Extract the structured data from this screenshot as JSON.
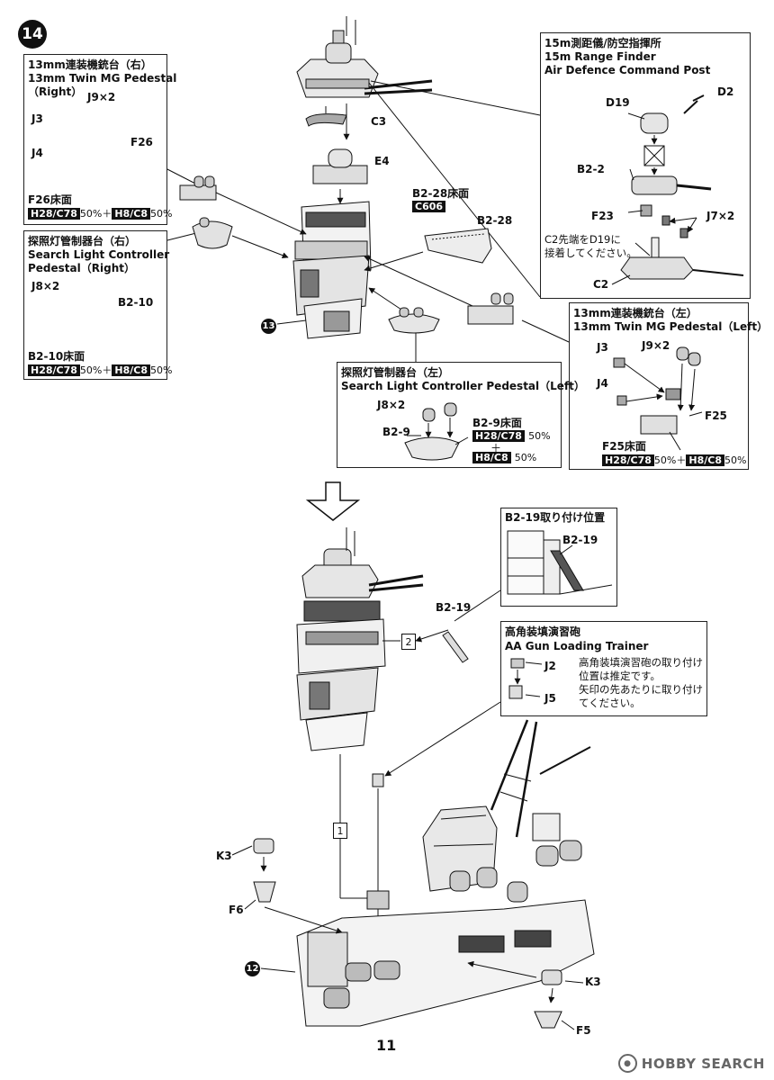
{
  "step_number": "14",
  "page_number": "11",
  "ref_circles": {
    "r13": "13",
    "r12": "12"
  },
  "boxes": {
    "mg_right": {
      "title_ja": "13mm連装機銃台（右）",
      "title_en1": "13mm Twin MG Pedestal",
      "title_en2": "（Right）",
      "labels": [
        "J9×2",
        "J3",
        "J4",
        "F26"
      ],
      "floor": "F26床面",
      "color_a": "H28/C78",
      "pct_a": "50%＋",
      "color_b": "H8/C8",
      "pct_b": "50%"
    },
    "sl_right": {
      "title_ja": "探照灯管制器台（右）",
      "title_en1": "Search Light Controller",
      "title_en2": "Pedestal（Right）",
      "labels": [
        "J8×2",
        "B2-10"
      ],
      "floor": "B2-10床面",
      "color_a": "H28/C78",
      "pct_a": "50%＋",
      "color_b": "H8/C8",
      "pct_b": "50%"
    },
    "range_finder": {
      "title_ja": "15m測距儀/防空指揮所",
      "title_en1": "15m Range Finder",
      "title_en2": "Air Defence Command Post",
      "labels": [
        "D19",
        "D2",
        "B2-2",
        "F23",
        "J7×2",
        "C2"
      ],
      "note1": "C2先端をD19に",
      "note2": "接着してください。"
    },
    "mg_left": {
      "title_ja": "13mm連装機銃台（左）",
      "title_en": "13mm Twin MG Pedestal（Left）",
      "labels": [
        "J3",
        "J9×2",
        "J4",
        "F25"
      ],
      "floor": "F25床面",
      "color_a": "H28/C78",
      "pct_a": "50%＋",
      "color_b": "H8/C8",
      "pct_b": "50%"
    },
    "sl_left": {
      "title_ja": "探照灯管制器台（左）",
      "title_en": "Search Light Controller Pedestal（Left）",
      "labels": [
        "J8×2",
        "B2-9"
      ],
      "floor": "B2-9床面",
      "color_a": "H28/C78",
      "pct_a": "50%",
      "plus": "＋",
      "color_b": "H8/C8",
      "pct_b": "50%"
    },
    "b219_pos": {
      "title": "B2-19取り付け位置",
      "label": "B2-19"
    },
    "aa_trainer": {
      "title_ja": "高角装填演習砲",
      "title_en": "AA Gun Loading Trainer",
      "labels": [
        "J2",
        "J5"
      ],
      "note1": "高角装填演習砲の取り付け",
      "note2": "位置は推定です。",
      "note3": "矢印の先あたりに取り付け",
      "note4": "てください。"
    }
  },
  "top_callouts": [
    "C3",
    "E4",
    "B2-28",
    "B2-28床面",
    "C606"
  ],
  "bottom_callouts": [
    "B2-19",
    "2",
    "1",
    "K3",
    "F6",
    "K3",
    "F5"
  ],
  "watermark": "HOBBY SEARCH"
}
